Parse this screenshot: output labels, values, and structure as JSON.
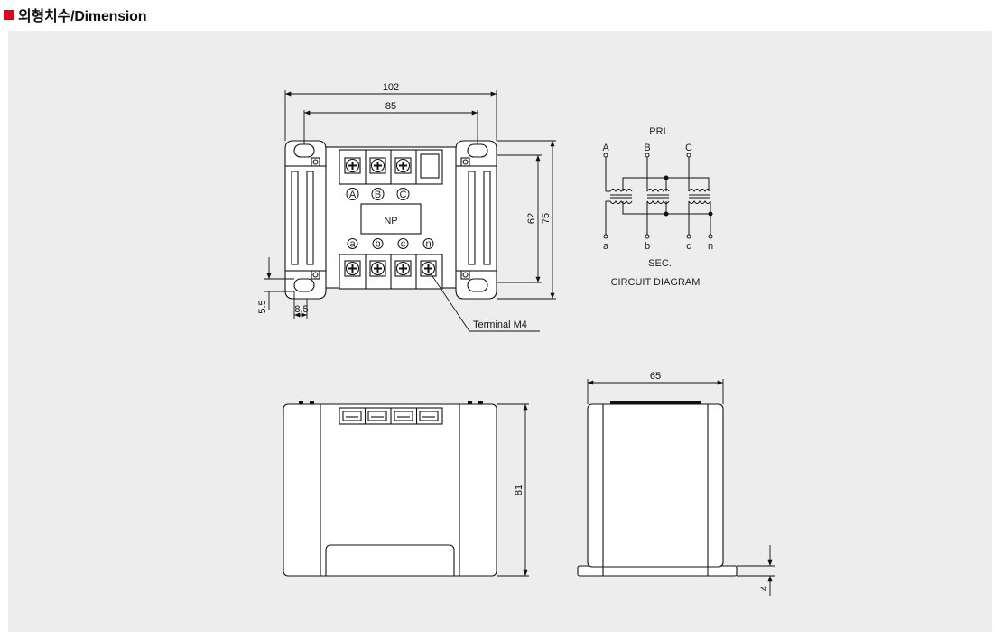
{
  "header": {
    "title": "외형치수/Dimension",
    "accent_color": "#e3001b"
  },
  "front_view": {
    "width_overall": "102",
    "width_mount": "85",
    "height_mount": "62",
    "height_overall": "75",
    "hole_offset_vertical": "5.5",
    "hole_offset_horizontal": "8.5",
    "name_plate": "NP",
    "terminal_note": "Terminal M4",
    "primary_terminals": [
      "A",
      "B",
      "C"
    ],
    "secondary_terminals": [
      "a",
      "b",
      "c",
      "n"
    ]
  },
  "circuit": {
    "pri_label": "PRI.",
    "sec_label": "SEC.",
    "caption": "CIRCUIT DIAGRAM",
    "pri_terminals": [
      "A",
      "B",
      "C"
    ],
    "sec_terminals": [
      "a",
      "b",
      "c",
      "n"
    ]
  },
  "side_view": {
    "height": "81"
  },
  "end_view": {
    "width": "65",
    "base_height": "4"
  }
}
